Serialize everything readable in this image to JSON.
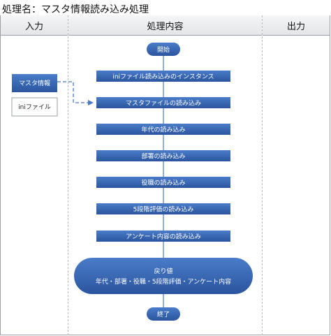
{
  "page_title": "処理名：マスタ情報読み込み処理",
  "lanes": {
    "input": "入力",
    "process": "処理内容",
    "output": "出力"
  },
  "inputs": {
    "master_info": "マスタ情報",
    "ini_file": "iniファイル"
  },
  "process": {
    "start": "開始",
    "steps": [
      "iniファイル読み込みのインスタンス",
      "マスタファイルの読み込み",
      "年代の読み込み",
      "部署の読み込み",
      "役職の読み込み",
      "5段階評価の読み込み",
      "アンケート内容の読み込み"
    ],
    "return_title": "戻り値",
    "return_values": "年代・部署・役職・5段階評価・アンケート内容",
    "end": "終了"
  },
  "colors": {
    "node_fill": "#3a6ab8",
    "node_fill_dark": "#2b559e",
    "connector": "#4a7bc4",
    "input_dark_fill": "#3a6ab8",
    "input_light_fill": "#ffffff"
  }
}
